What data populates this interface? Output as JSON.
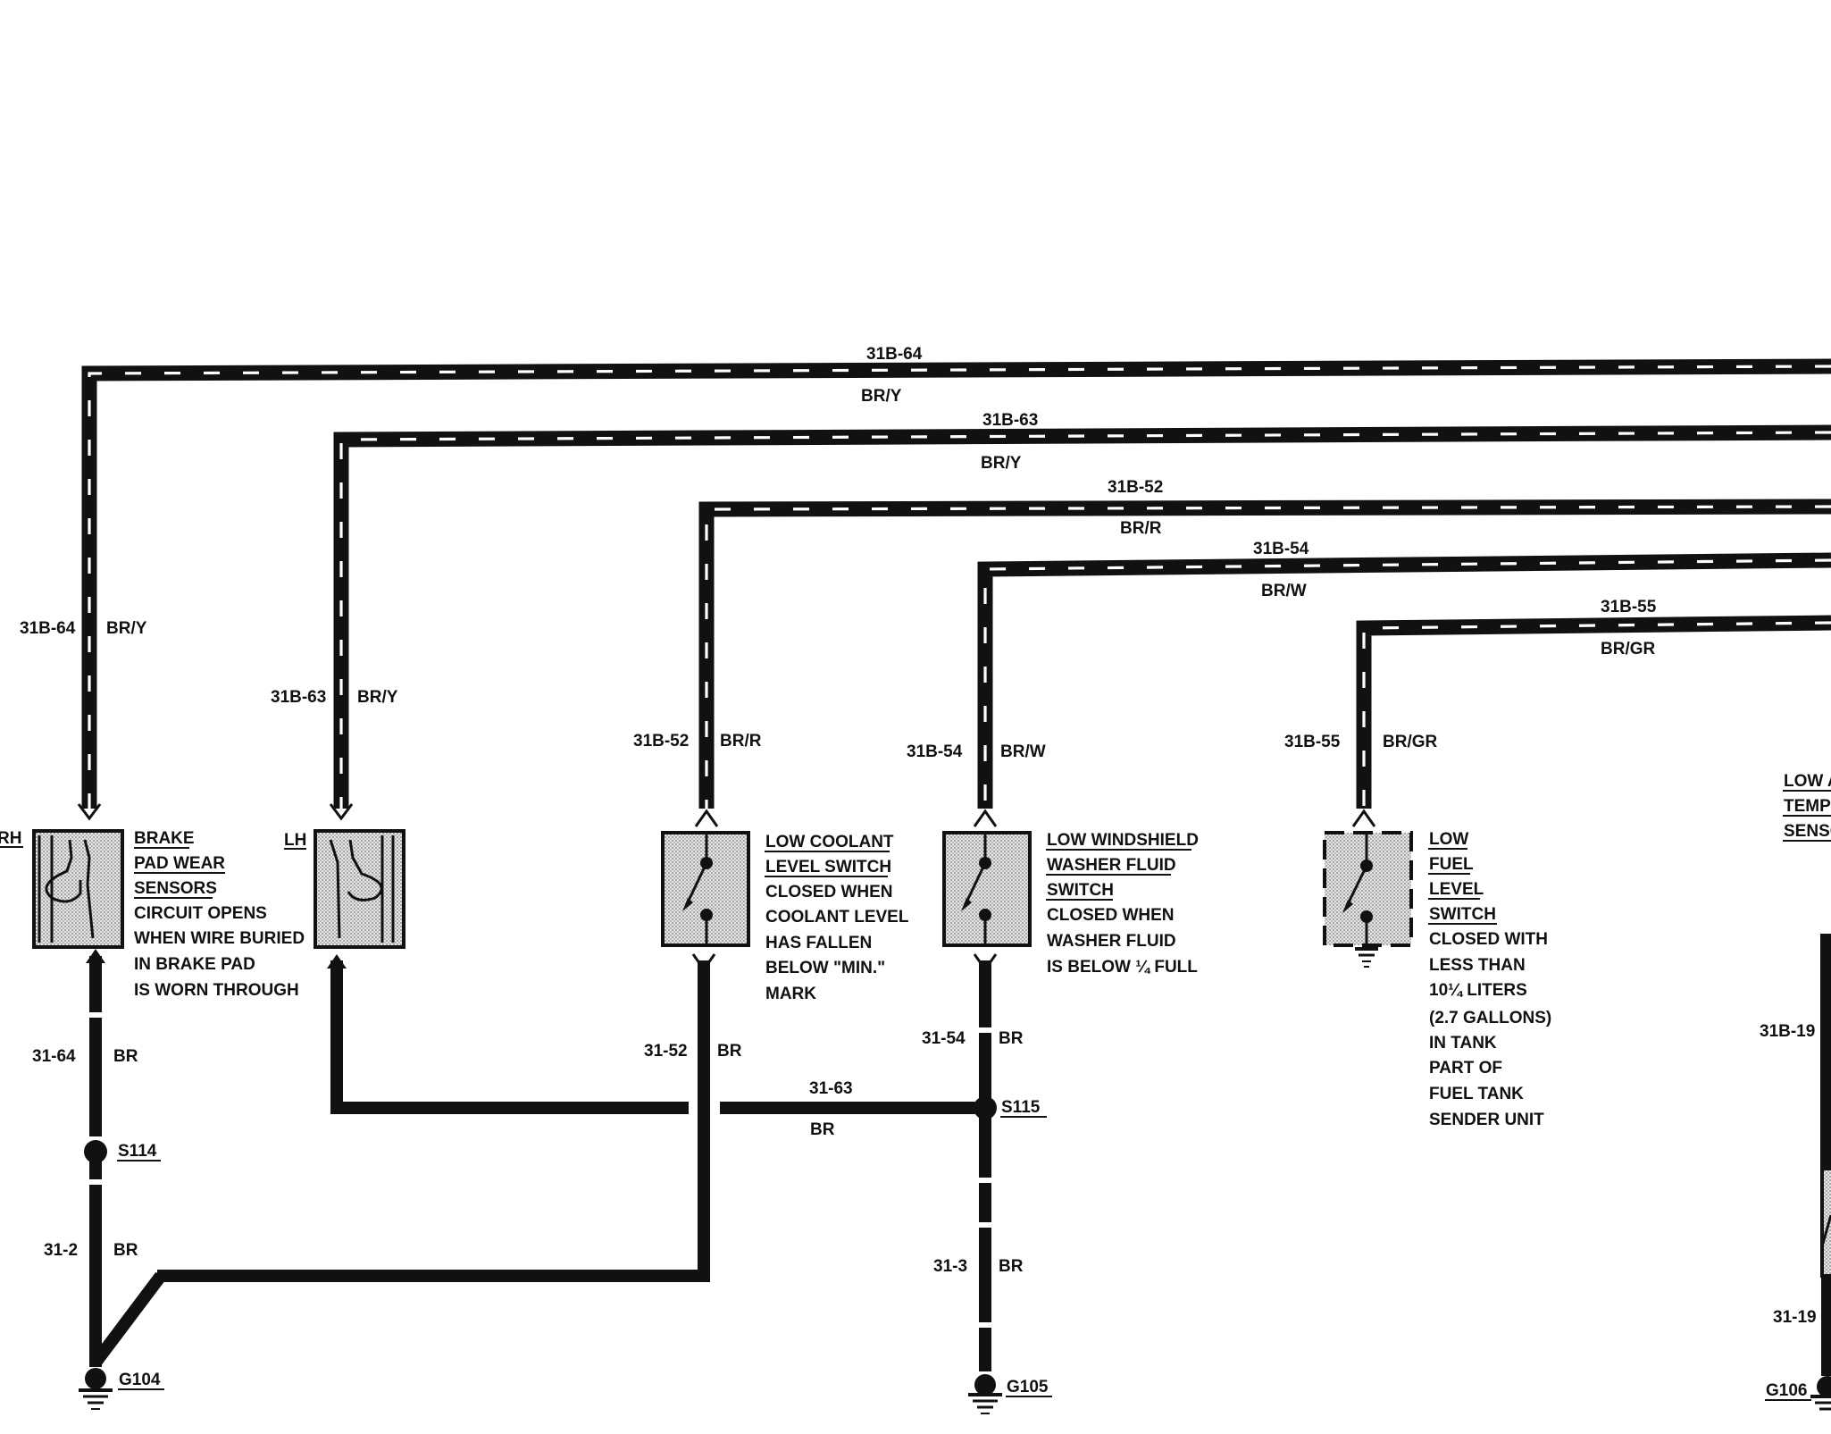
{
  "wires": {
    "w31b64_top": "31B-64",
    "w31b64_top_color": "BR/Y",
    "w31b63_top": "31B-63",
    "w31b63_top_color": "BR/Y",
    "w31b52_top": "31B-52",
    "w31b52_top_color": "BR/R",
    "w31b54_top": "31B-54",
    "w31b54_top_color": "BR/W",
    "w31b55_top": "31B-55",
    "w31b55_top_color": "BR/GR",
    "w31b64_v": "31B-64",
    "w31b64_v_color": "BR/Y",
    "w31b63_v": "31B-63",
    "w31b63_v_color": "BR/Y",
    "w31b52_v": "31B-52",
    "w31b52_v_color": "BR/R",
    "w31b54_v": "31B-54",
    "w31b54_v_color": "BR/W",
    "w31b55_v": "31B-55",
    "w31b55_v_color": "BR/GR",
    "w31_64": "31-64",
    "w31_64_color": "BR",
    "w31_2": "31-2",
    "w31_2_color": "BR",
    "w31_52": "31-52",
    "w31_52_color": "BR",
    "w31_63": "31-63",
    "w31_63_color": "BR",
    "w31_54": "31-54",
    "w31_54_color": "BR",
    "w31_3": "31-3",
    "w31_3_color": "BR",
    "w31b19": "31B-19",
    "w31_19": "31-19"
  },
  "splices": {
    "s114": "S114",
    "s115": "S115"
  },
  "grounds": {
    "g104": "G104",
    "g105": "G105",
    "g106": "G106"
  },
  "components": {
    "rh_label": "RH",
    "lh_label": "LH",
    "brake_sensors": {
      "title_lines": [
        "BRAKE",
        "PAD WEAR",
        "SENSORS"
      ],
      "desc_lines": [
        "CIRCUIT OPENS",
        "WHEN WIRE BURIED",
        "IN BRAKE PAD",
        "IS WORN THROUGH"
      ]
    },
    "coolant_switch": {
      "title_lines": [
        "LOW COOLANT",
        "LEVEL SWITCH"
      ],
      "desc_lines": [
        "CLOSED WHEN",
        "COOLANT LEVEL",
        "HAS FALLEN",
        "BELOW \"MIN.\"",
        "MARK"
      ]
    },
    "washer_switch": {
      "title_lines": [
        "LOW WINDSHIELD",
        "WASHER FLUID",
        "SWITCH"
      ],
      "desc_lines": [
        "CLOSED WHEN",
        "WASHER FLUID",
        "IS BELOW ¼ FULL"
      ]
    },
    "fuel_switch": {
      "title_lines": [
        "LOW",
        "FUEL",
        "LEVEL",
        "SWITCH"
      ],
      "desc_lines": [
        "CLOSED WITH",
        "LESS THAN",
        "10¼ LITERS",
        "(2.7 GALLONS)",
        "IN TANK",
        "PART OF",
        "FUEL TANK",
        "SENDER UNIT"
      ]
    },
    "temp_sensor": {
      "title_lines": [
        "LOW A",
        "TEMP",
        "SENSO"
      ]
    }
  },
  "colors": {
    "ink": "#111111",
    "background": "#ffffff",
    "stipple": "#8a8a8a"
  }
}
